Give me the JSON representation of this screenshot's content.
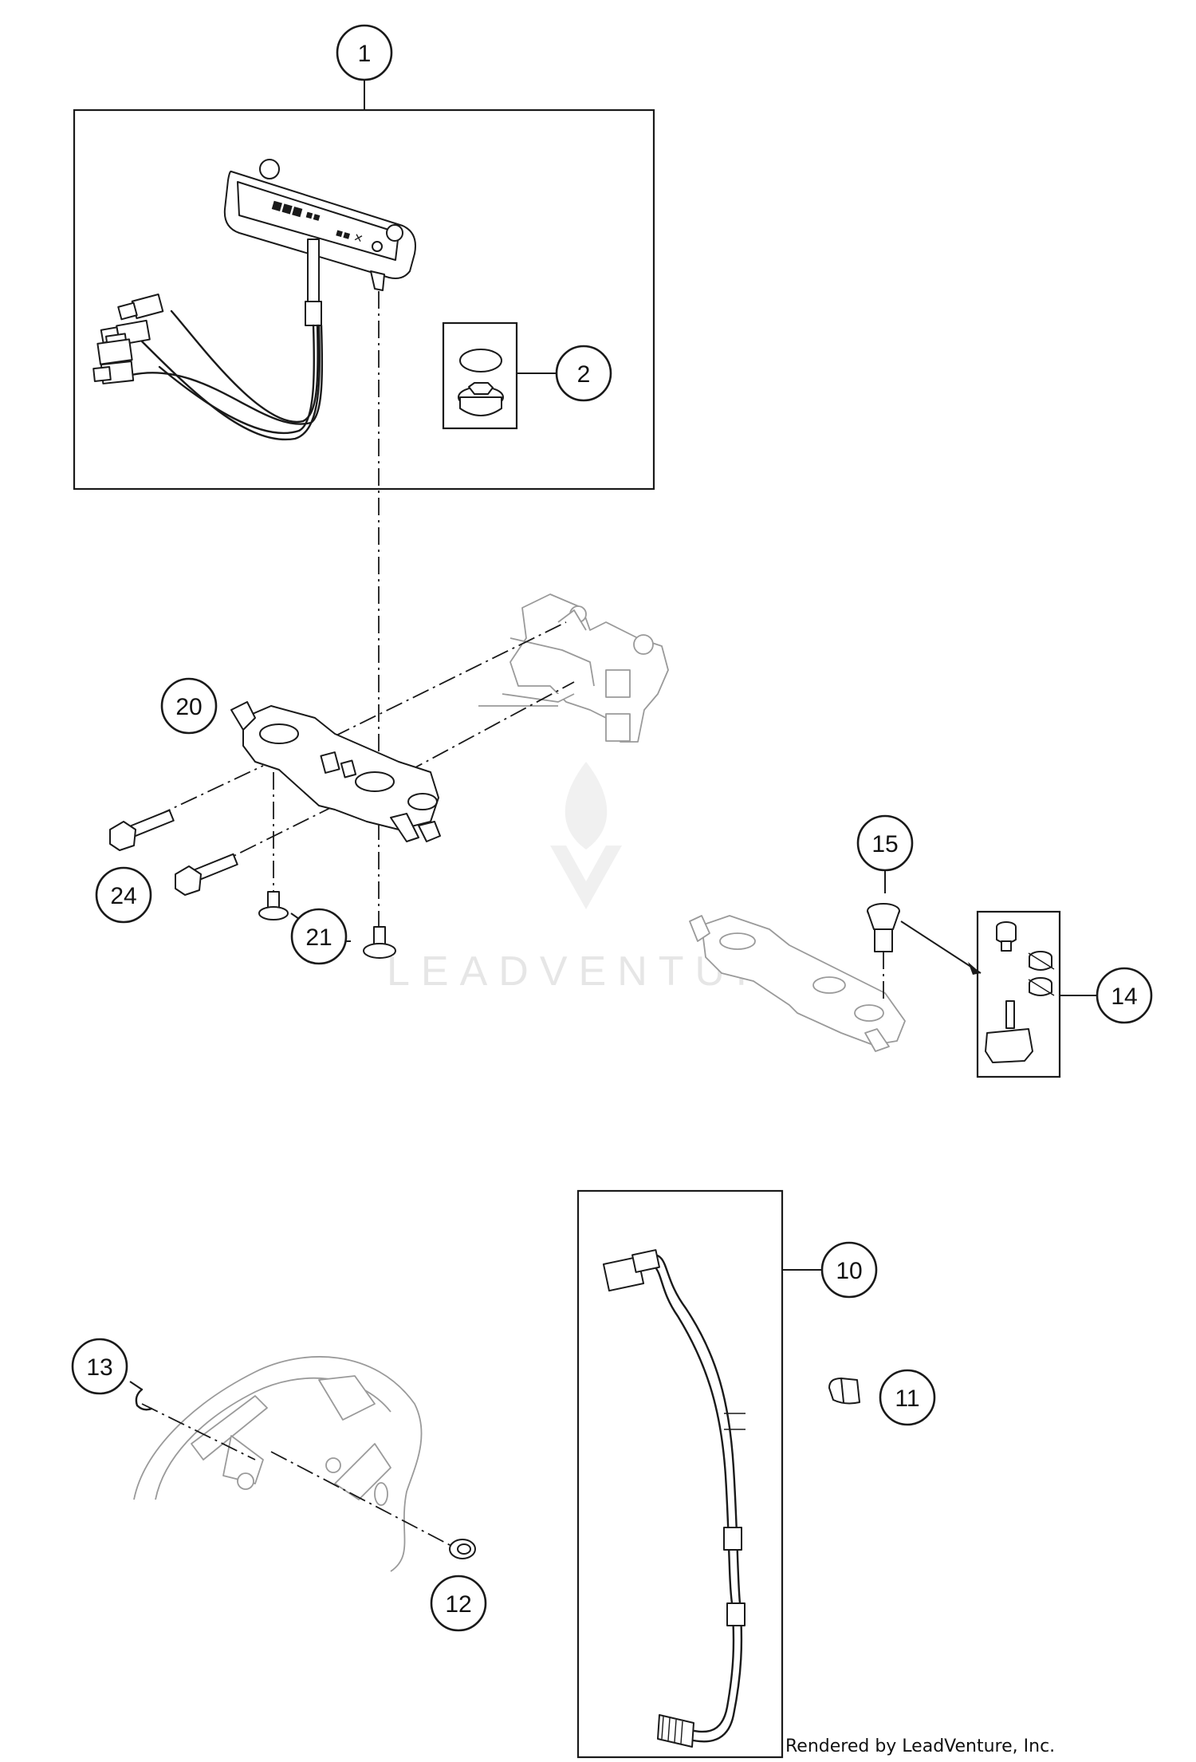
{
  "callouts": [
    {
      "id": "c1",
      "label": "1"
    },
    {
      "id": "c2",
      "label": "2"
    },
    {
      "id": "c20",
      "label": "20"
    },
    {
      "id": "c24",
      "label": "24"
    },
    {
      "id": "c21",
      "label": "21"
    },
    {
      "id": "c15",
      "label": "15"
    },
    {
      "id": "c14",
      "label": "14"
    },
    {
      "id": "c10",
      "label": "10"
    },
    {
      "id": "c11",
      "label": "11"
    },
    {
      "id": "c13",
      "label": "13"
    },
    {
      "id": "c12",
      "label": "12"
    }
  ],
  "watermark": {
    "text": "LEADVENTURE"
  },
  "footer": {
    "text": "Rendered by LeadVenture, Inc."
  }
}
